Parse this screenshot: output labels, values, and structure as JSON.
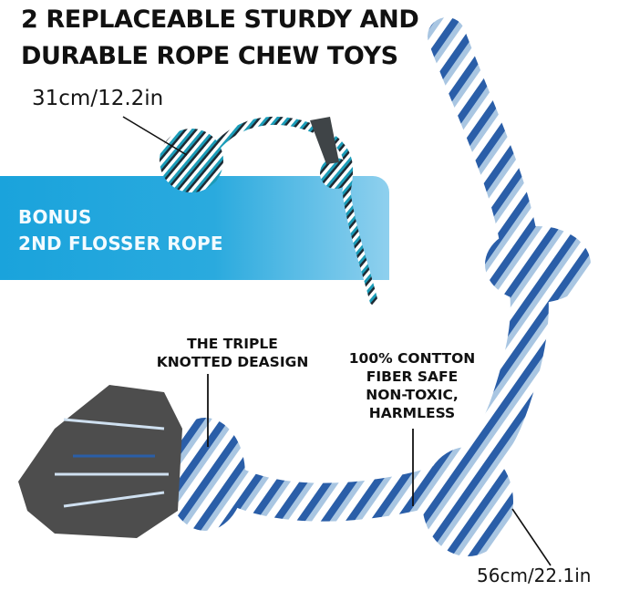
{
  "headline": {
    "line1": "2 REPLACEABLE STURDY AND",
    "line2": "DURABLE ROPE CHEW TOYS"
  },
  "small_rope": {
    "size_label": "31cm/12.2in",
    "colors": [
      "#1b9cb8",
      "#1e2a33",
      "#ffffff"
    ]
  },
  "banner": {
    "line1": "BONUS",
    "line2": "2ND FLOSSER ROPE",
    "gradient_start": "#1aa3dc",
    "gradient_end": "#8fd0ee"
  },
  "callouts": {
    "knot": {
      "line1": "THE TRIPLE",
      "line2": "KNOTTED DEASIGN"
    },
    "cotton": {
      "line1": "100% CONTTON",
      "line2": "FIBER SAFE",
      "line3": "NON-TOXIC,",
      "line4": "HARMLESS"
    }
  },
  "large_rope": {
    "size_label": "56cm/22.1in",
    "colors": [
      "#2a5ea8",
      "#a9c6e2",
      "#ffffff",
      "#4a4a4a"
    ]
  }
}
